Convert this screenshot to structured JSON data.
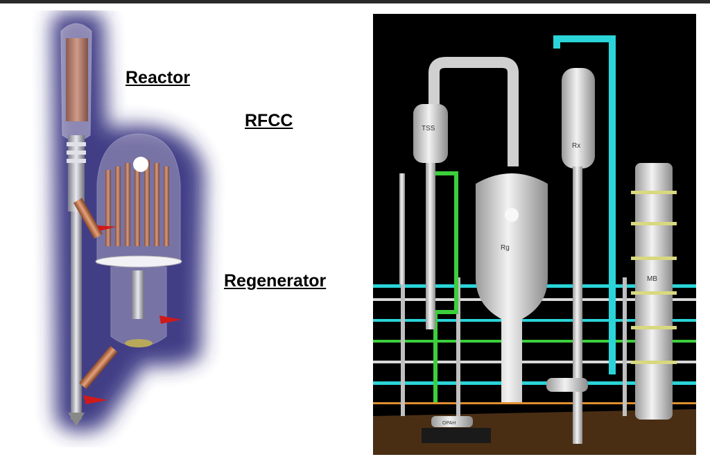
{
  "labels": {
    "reactor": "Reactor",
    "rfcc": "RFCC",
    "regenerator": "Regenerator"
  },
  "plant_tags": {
    "tss": "TSS",
    "rg": "Rg",
    "rx": "Rx",
    "mb": "MB",
    "opah": "OPAH"
  },
  "colors": {
    "photo_background": "#000000",
    "cyan_pipe": "#2ad4d8",
    "green_pipe": "#3ccf3c",
    "vessel": "#dcdcdc",
    "glow": "#2e2a7a",
    "copper": "#c77e55"
  }
}
